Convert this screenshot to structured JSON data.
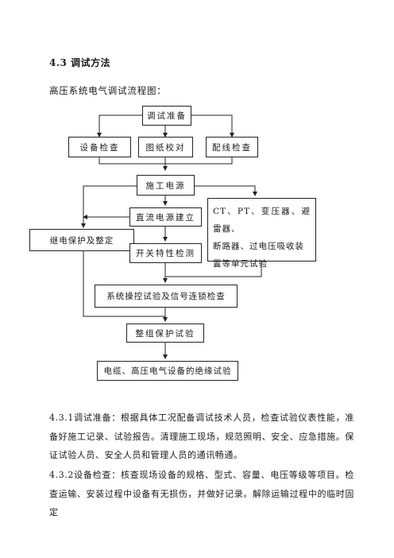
{
  "section": {
    "heading": "4.3 调试方法",
    "intro": "高压系统电气调试流程图："
  },
  "flowchart": {
    "prepare": "调试准备",
    "equipment_check": "设备检查",
    "drawing_check": "图纸校对",
    "wiring_check": "配线检查",
    "construction_power": "施工电源",
    "dc_power": "直流电源建立",
    "relay_protection": "继电保护及整定",
    "switch_test": "开关特性检测",
    "unit_test_line1": "CT、PT、变压器、避雷器、",
    "unit_test_line2": "断路器、过电压吸收装",
    "unit_test_line3": "置等单元试验",
    "control_test": "系统操控试验及信号连锁检查",
    "group_protection": "整组保护试验",
    "insulation_test": "电缆、高压电气设备的绝缘试验"
  },
  "paragraphs": {
    "p1": "4.3.1调试准备：根据具体工况配备调试技术人员，检查试验仪表性能，准备好施工记录、试验报告。清理施工现场，规范照明、安全、应急措施。保证试验人员、安全人员和管理人员的通讯畅通。",
    "p2": "4.3.2设备检查：核查现场设备的规格、型式、容量、电压等级等项目。检查运输、安装过程中设备有无损伤，并做好记录。解除运输过程中的临时固定"
  }
}
